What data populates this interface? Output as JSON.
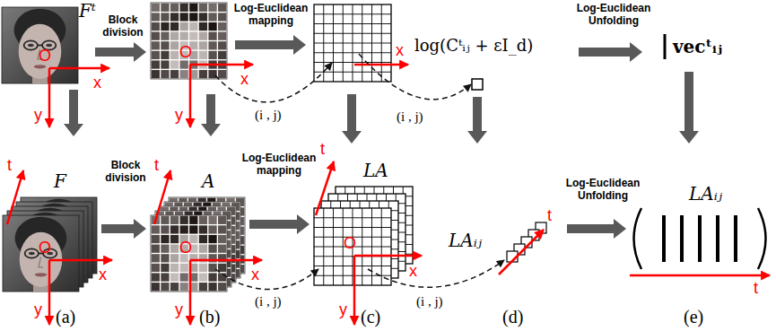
{
  "diagram": {
    "labels": [
      "Fᵗ",
      "Block division",
      "O",
      "x",
      "y",
      "Log-Euclidean mapping",
      "O",
      "x",
      "y",
      "(i , j)",
      "x",
      "log(Cᵗᵢⱼ + εI_d)",
      "(i , j)",
      "Log-Euclidean Unfolding",
      "vecᵗᵢⱼ",
      "F",
      "t",
      "O",
      "x",
      "y",
      "Block division",
      "A",
      "t",
      "O",
      "x",
      "y",
      "(i , j)",
      "Log-Euclidean mapping",
      "LA",
      "t",
      "O",
      "x",
      "y",
      "(i , j)",
      "LAᵢⱼ",
      "t",
      "Log-Euclidean Unfolding",
      "LAᵢⱼ",
      "t",
      "(a)",
      "(b)",
      "(c)",
      "(d)",
      "(e)"
    ]
  }
}
